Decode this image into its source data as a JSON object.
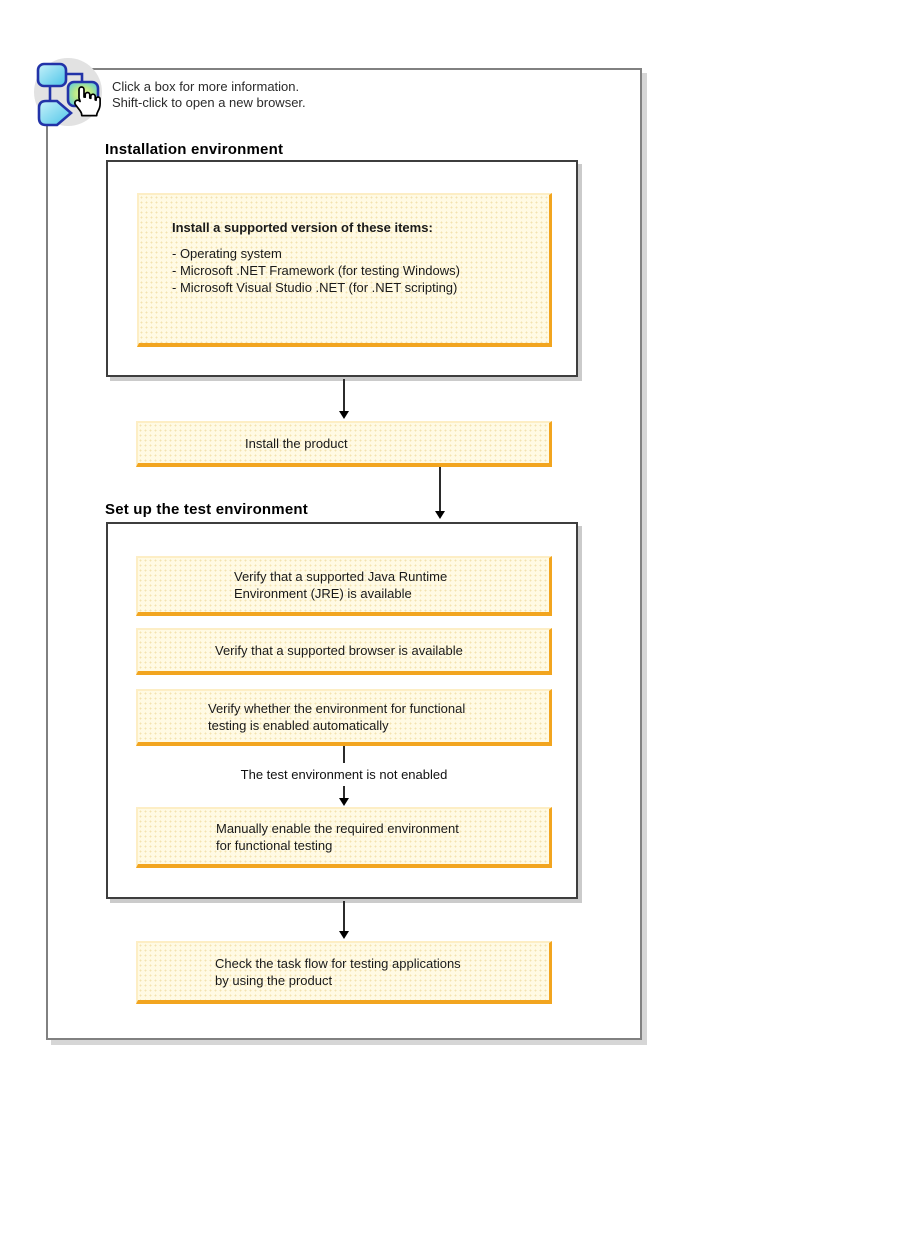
{
  "intro": {
    "line1": "Click a box for more information.",
    "line2": "Shift-click to open a new browser."
  },
  "sections": {
    "installation": {
      "title": "Installation environment"
    },
    "setup": {
      "title": "Set up the test environment"
    }
  },
  "boxes": {
    "prerequisites": {
      "title": "Install a supported version of these items:",
      "items": [
        "- Operating system",
        "- Microsoft .NET Framework (for testing Windows)",
        "- Microsoft Visual Studio .NET (for .NET scripting)"
      ]
    },
    "install_product": {
      "label": "Install the product"
    },
    "verify_jre": {
      "lines": [
        "Verify that a supported Java Runtime",
        "Environment (JRE) is available"
      ]
    },
    "verify_browser": {
      "label": "Verify that a supported browser is available"
    },
    "verify_enablement": {
      "lines": [
        "Verify whether the environment for functional",
        "testing is enabled automatically"
      ]
    },
    "manual_enable": {
      "lines": [
        "Manually enable the required environment",
        "for functional testing"
      ]
    },
    "check_taskflow": {
      "lines": [
        "Check the task flow for testing applications",
        "by using the product"
      ]
    }
  },
  "connectors": {
    "not_enabled_label": "The test environment is not enabled"
  },
  "icon": {
    "name": "clickable-taskflow-hand-icon"
  },
  "colors": {
    "node_fill": "#FFFAE4",
    "node_border_orange": "#F2A51F",
    "node_border_pale": "#FDEEC5",
    "section_border": "#3E3E3E",
    "frame_border": "#818181",
    "shadow": "#D6D6D6",
    "icon_circle": "#E2E2E2",
    "icon_shape_stroke": "#2233A8"
  }
}
